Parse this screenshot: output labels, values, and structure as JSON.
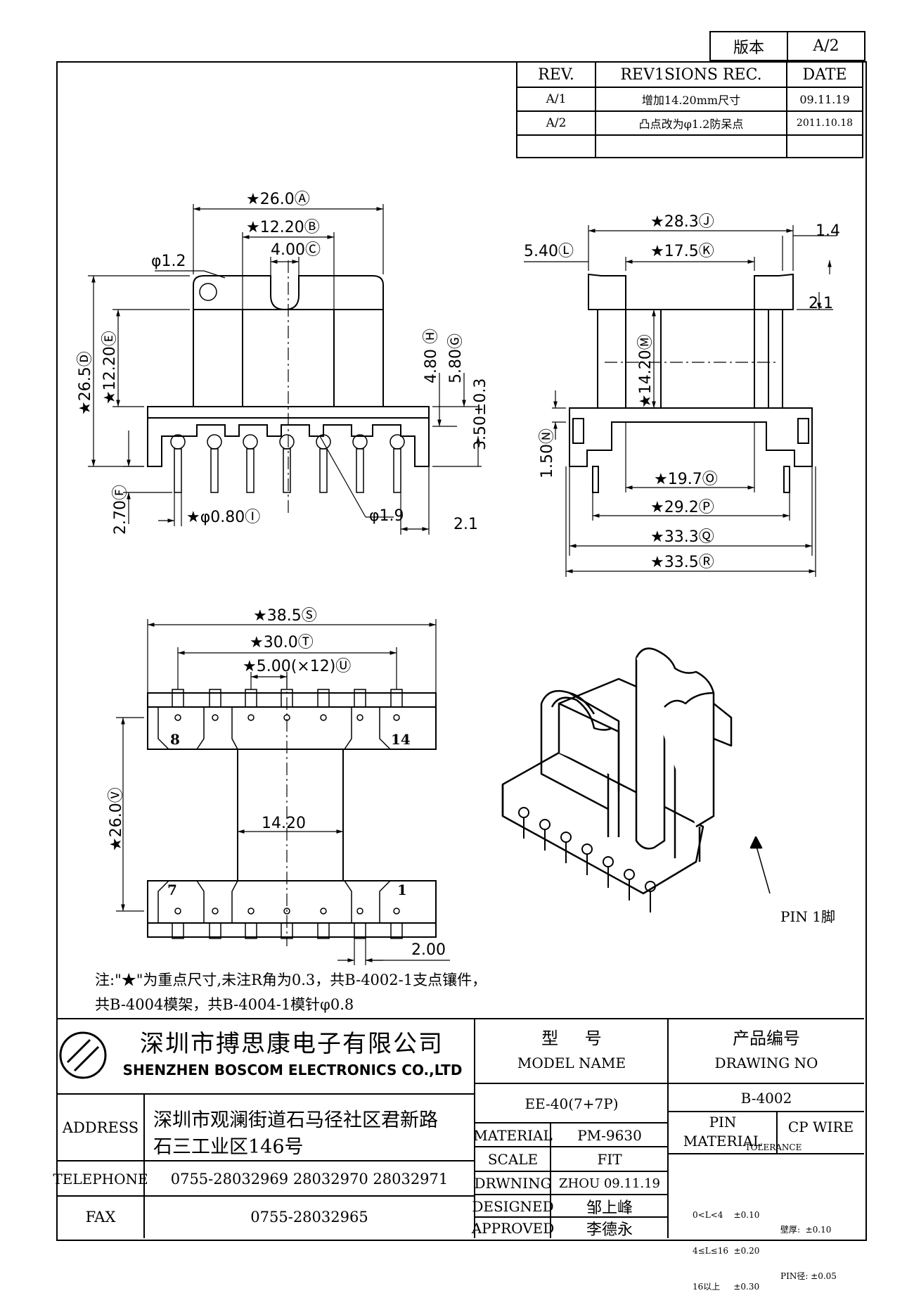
{
  "version_box": {
    "label": "版本",
    "value": "A/2"
  },
  "revisions": {
    "headers": [
      "REV.",
      "REV1SIONS REC.",
      "DATE"
    ],
    "rows": [
      [
        "A/1",
        "增加14.20mm尺寸",
        "09.11.19"
      ],
      [
        "A/2",
        "凸点改为φ1.2防呆点",
        "2011.10.18"
      ],
      [
        "",
        "",
        ""
      ]
    ]
  },
  "front_view": {
    "dims": {
      "A": "★26.0Ⓐ",
      "B": "★12.20Ⓑ",
      "C": "4.00Ⓒ",
      "D": "★26.5Ⓓ",
      "E": "★12.20Ⓔ",
      "F": "2.70Ⓕ",
      "H": "4.80 Ⓗ",
      "G": "5.80Ⓖ",
      "stand": "3.50±0.3",
      "I": "★φ0.80Ⓘ",
      "hole": "φ1.2",
      "pinhead": "φ1.9",
      "pitch": "2.1"
    }
  },
  "side_view": {
    "dims": {
      "J": "★28.3Ⓙ",
      "L": "5.40Ⓛ",
      "K": "★17.5Ⓚ",
      "t1": "1.4",
      "t2": "2.1",
      "M": "★14.20Ⓜ",
      "N": "1.50Ⓝ",
      "O": "★19.7Ⓞ",
      "P": "★29.2Ⓟ",
      "Q": "★33.3Ⓠ",
      "R": "★33.5Ⓡ"
    }
  },
  "bottom_view": {
    "dims": {
      "S": "★38.5Ⓢ",
      "T": "★30.0Ⓣ",
      "U": "★5.00(×12)Ⓤ",
      "V": "★26.0Ⓥ",
      "inner": "14.20",
      "pitch": "2.00"
    },
    "pin_labels": [
      "8",
      "14",
      "7",
      "1"
    ]
  },
  "iso_view": {
    "pin_label": "PIN 1脚"
  },
  "notes": [
    "注:\"★\"为重点尺寸,未注R角为0.3，共B-4002-1支点镶件，",
    "共B-4004模架，共B-4004-1模针φ0.8"
  ],
  "title_block": {
    "company_cn": "深圳市搏思康电子有限公司",
    "company_en": "SHENZHEN BOSCOM ELECTRONICS CO.,LTD",
    "address_label": "ADDRESS",
    "address_line1": "深圳市观澜街道石马径社区君新路",
    "address_line2": "石三工业区146号",
    "telephone_label": "TELEPHONE",
    "telephone": "0755-28032969 28032970 28032971",
    "fax_label": "FAX",
    "fax": "0755-28032965",
    "model_label_cn": "型 号",
    "model_label_en": "MODEL NAME",
    "model": "EE-40(7+7P)",
    "drawing_label_cn": "产品编号",
    "drawing_label_en": "DRAWING NO",
    "drawing_no": "B-4002",
    "material_label": "MATERIAL",
    "material": "PM-9630",
    "scale_label": "SCALE",
    "scale": "FIT",
    "drawing_by_label": "DRWNING",
    "drawing_by": "ZHOU 09.11.19",
    "designed_label": "DESIGNED",
    "designed": "邹上峰",
    "approved_label": "APPROVED",
    "approved": "李德永",
    "pin_material_label_1": "PIN",
    "pin_material_label_2": "MATERIAL",
    "pin_material": "CP WIRE",
    "tolerance_label": "TOLERANCE",
    "tolerance_rows": [
      "0<L<4    ±0.10",
      "4≤L≤16  ±0.20",
      "16以上     ±0.30"
    ],
    "tolerance_extra": [
      "壁厚:  ±0.10",
      "PIN径: ±0.05"
    ]
  }
}
